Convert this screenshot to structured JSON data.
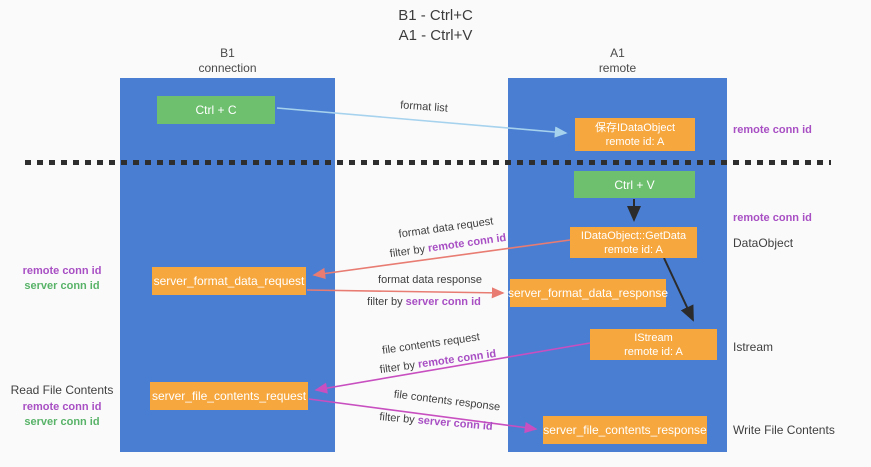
{
  "title": {
    "line1": "B1 - Ctrl+C",
    "line2": "A1 - Ctrl+V"
  },
  "lanes": {
    "left": {
      "header1": "B1",
      "header2": "connection"
    },
    "right": {
      "header1": "A1",
      "header2": "remote"
    }
  },
  "nodes": {
    "ctrl_c": {
      "label": "Ctrl + C"
    },
    "save_idataobject": {
      "line1": "保存IDataObject",
      "line2": "remote id: A"
    },
    "ctrl_v": {
      "label": "Ctrl + V"
    },
    "getdata": {
      "line1": "IDataObject::GetData",
      "line2": "remote id: A"
    },
    "format_request": {
      "label": "server_format_data_request"
    },
    "format_response": {
      "label": "server_format_data_response"
    },
    "istream": {
      "line1": "IStream",
      "line2": "remote id: A"
    },
    "file_request": {
      "label": "server_file_contents_request"
    },
    "file_response": {
      "label": "server_file_contents_response"
    }
  },
  "edge_labels": {
    "format_list": "format list",
    "format_data_request": "format data request",
    "format_data_response": "format data response",
    "file_contents_request": "file contents request",
    "file_contents_response": "file contents response",
    "filter_by": "filter by ",
    "remote_conn_id": "remote conn id",
    "server_conn_id": "server conn id"
  },
  "annotations": {
    "right": {
      "remote_conn_id_top": "remote conn id",
      "remote_conn_id_mid": "remote conn id",
      "dataobject": "DataObject",
      "istream": "Istream",
      "write_file_contents": "Write File Contents"
    },
    "left": {
      "remote_conn_id_mid": "remote conn id",
      "server_conn_id_mid": "server conn id",
      "read_file_contents": "Read File Contents",
      "remote_conn_id_bottom": "remote conn id",
      "server_conn_id_bottom": "server conn id"
    }
  },
  "colors": {
    "background": "#fafafa",
    "lane_blue": "#4a7ed2",
    "node_orange": "#f6a73e",
    "node_green": "#6ec06f",
    "accent_purple": "#a84fc4",
    "accent_green": "#58b368",
    "arrow_lightblue": "#a6d2ee",
    "arrow_black": "#2b2b2b",
    "arrow_salmon": "#e87c72",
    "arrow_magenta": "#c84fc0",
    "text_dark": "#3f3f3f"
  }
}
